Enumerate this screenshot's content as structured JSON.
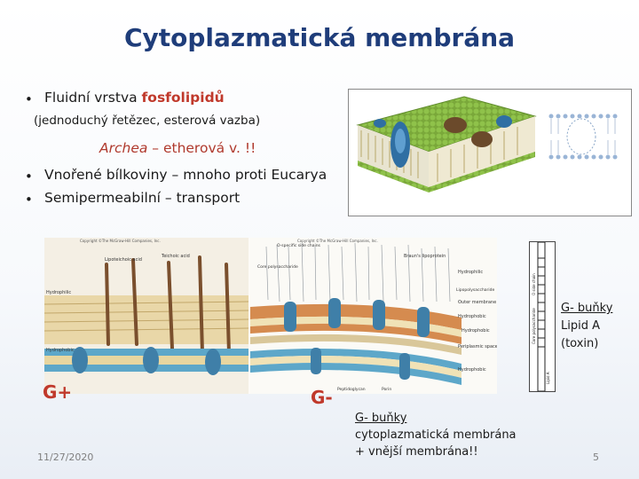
{
  "slide": {
    "title": "Cytoplazmatická membrána",
    "bullet1_prefix": "Fluidní vrstva ",
    "bullet1_bold": "fosfolipidů",
    "sub1": "(jednoduchý řetězec, esterová vazba)",
    "archea_italic": "Archea",
    "archea_rest": " – etherová v. !!",
    "bullet2": "Vnořené bílkoviny – mnoho proti Eucarya",
    "bullet3": "Semipermeabilní – transport",
    "bullet_symbol": "•",
    "gpos_label": "G+",
    "gneg_label": "G-",
    "note_right": [
      "G- buňky",
      "Lipid A",
      "(toxin)"
    ],
    "note_bottom": [
      "G- buňky",
      "cytoplazmatická membrána",
      "+ vnější membrána!!"
    ],
    "date": "11/27/2020",
    "page": "5"
  },
  "figure_labels": {
    "copyright1": "Copyright ©The McGraw-Hill Companies, Inc.",
    "copyright2": "Copyright ©The McGraw-Hill Companies, Inc.",
    "lipoteichoic": "Lipoteichoic acid",
    "teichoic": "Teichoic acid",
    "hydrophilic": "Hydrophilic",
    "hydrophobic": "Hydrophobic",
    "o_specific": "O-specific side chains",
    "core": "Core polysaccharide",
    "braun": "Braun's lipoprotein",
    "lipopoly": "Lipopolysaccharide",
    "outer": "Outer membrane",
    "periplasmic": "Periplasmic space",
    "peptidoglycan": "Peptidoglycan",
    "porin": "Porin",
    "lipid_a": "Lipid A",
    "core_poly_vertical": "Core polysaccharide",
    "o_side_vertical": "O side chain"
  }
}
